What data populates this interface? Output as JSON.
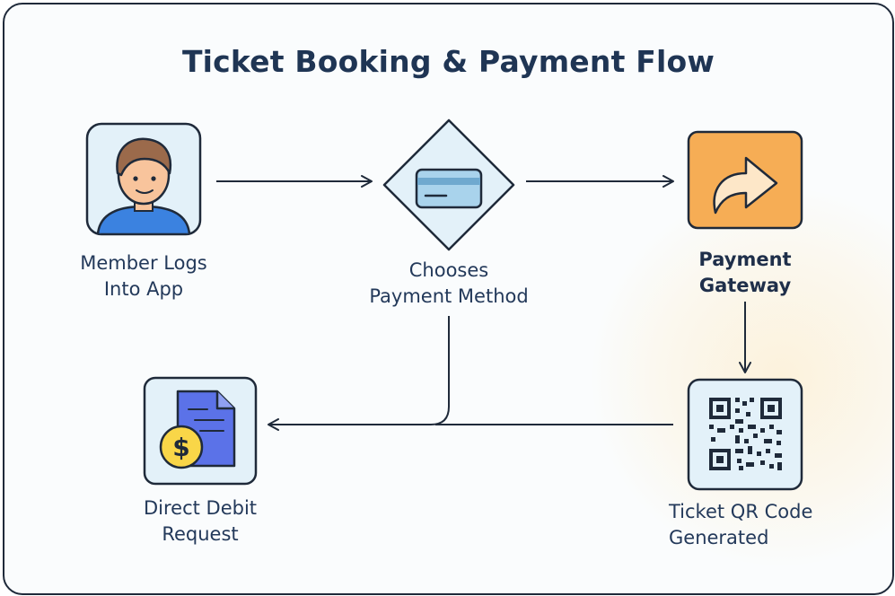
{
  "title": "Ticket Booking & Payment Flow",
  "nodes": {
    "member_login": {
      "line1": "Member Logs",
      "line2": "Into App",
      "icon": "user-avatar-icon"
    },
    "payment_method": {
      "line1": "Chooses",
      "line2": "Payment Method",
      "icon": "credit-card-icon"
    },
    "payment_gateway": {
      "line1": "Payment",
      "line2": "Gateway",
      "icon": "share-arrow-icon"
    },
    "ticket_qr": {
      "line1": "Ticket QR Code",
      "line2": "Generated",
      "icon": "qr-code-icon"
    },
    "direct_debit": {
      "line1": "Direct Debit",
      "line2": "Request",
      "icon": "invoice-dollar-icon"
    }
  },
  "colors": {
    "node_bg": "#e3f1f9",
    "stroke": "#1f2a3a",
    "gateway_fill": "#f6ad55",
    "title": "#1f3554",
    "invoice_fill": "#5b72e8",
    "coin_fill": "#f9d648"
  }
}
